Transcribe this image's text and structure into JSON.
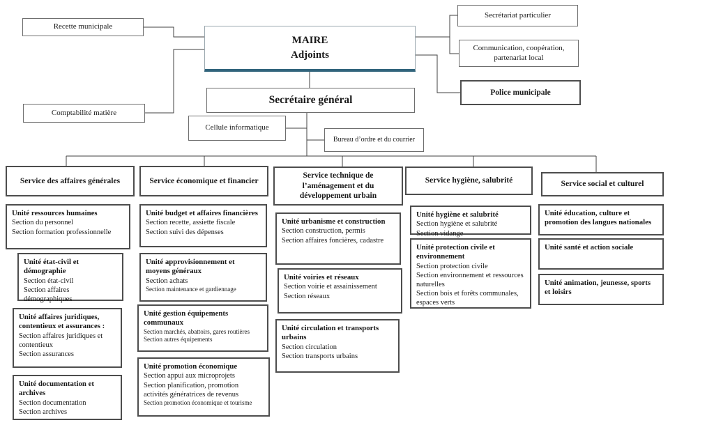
{
  "palette": {
    "line": "#404040",
    "border": "#4d4d4d",
    "maire_accent": "#31647c"
  },
  "top_row": {
    "recette": "Recette municipale",
    "comptabilite": "Comptabilité matière",
    "maire_title": "MAIRE",
    "maire_subtitle": "Adjoints",
    "secretariat_particulier": "Secrétariat particulier",
    "communication": "Communication, coopération, partenariat local",
    "police": "Police municipale",
    "secretaire_general": "Secrétaire général",
    "cellule_informatique": "Cellule informatique",
    "bureau_ordre": "Bureau d’ordre et du courrier"
  },
  "services": [
    {
      "label": "Service des affaires générales",
      "units": [
        {
          "title": "Unité ressources humaines",
          "sections": [
            "Section du personnel",
            "Section formation professionnelle"
          ]
        },
        {
          "title": "Unité état-civil et démographie",
          "sections": [
            "Section état-civil",
            "Section affaires démographiques"
          ]
        },
        {
          "title": "Unité affaires juridiques, contentieux et assurances :",
          "sections": [
            "Section affaires juridiques et contentieux",
            "Section assurances"
          ]
        },
        {
          "title": "Unité documentation et archives",
          "sections": [
            "Section documentation",
            "Section archives"
          ]
        }
      ]
    },
    {
      "label": "Service économique et financier",
      "units": [
        {
          "title": "Unité budget et affaires financières",
          "sections": [
            "Section recette, assiette fiscale",
            "Section suivi des dépenses"
          ]
        },
        {
          "title": "Unité approvisionnement et moyens généraux",
          "sections": [
            "Section achats",
            "Section maintenance et gardiennage"
          ]
        },
        {
          "title": "Unité gestion équipements communaux",
          "sections": [
            "Section marchés, abattoirs, gares routières",
            "Section autres équipements"
          ]
        },
        {
          "title": "Unité promotion économique",
          "sections": [
            "Section appui aux microprojets",
            "Section planification, promotion activités génératrices de revenus",
            "Section promotion économique et tourisme"
          ]
        }
      ]
    },
    {
      "label": "Service technique de l’aménagement et du développement urbain",
      "units": [
        {
          "title": "Unité urbanisme et construction",
          "sections": [
            "Section construction, permis",
            "Section affaires foncières, cadastre"
          ]
        },
        {
          "title": "Unité voiries et réseaux",
          "sections": [
            "Section voirie et assainissement",
            "Section réseaux"
          ]
        },
        {
          "title": "Unité circulation et transports urbains",
          "sections": [
            "Section circulation",
            "Section transports urbains"
          ]
        }
      ]
    },
    {
      "label": "Service hygiène, salubrité",
      "units": [
        {
          "title": "Unité hygiène et salubrité",
          "sections": [
            "Section hygiène et salubrité",
            "Section vidange"
          ]
        },
        {
          "title": "Unité protection civile et environnement",
          "sections": [
            "Section protection civile",
            "Section environnement et ressources naturelles",
            "Section bois et forêts communales, espaces verts"
          ]
        }
      ]
    },
    {
      "label": "Service social et culturel",
      "units": [
        {
          "title": "Unité éducation, culture et promotion des langues nationales",
          "sections": []
        },
        {
          "title": "Unité santé et action sociale",
          "sections": []
        },
        {
          "title": "Unité animation, jeunesse, sports et loisirs",
          "sections": []
        }
      ]
    }
  ]
}
